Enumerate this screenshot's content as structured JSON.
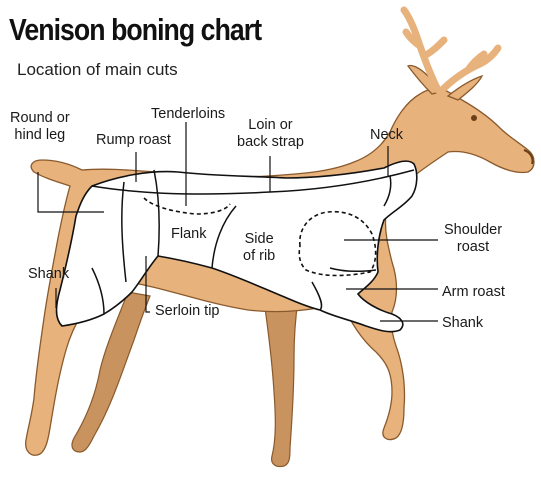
{
  "title": "Venison boning chart",
  "subtitle": "Location of main cuts",
  "colors": {
    "body_fill": "#e7b27c",
    "far_legs_fill": "#c99360",
    "outline": "#8a5a2c",
    "cut_fill": "#ffffff",
    "cut_line": "#111111"
  },
  "labels": {
    "round_hind_leg": "Round or\nhind leg",
    "rump_roast": "Rump roast",
    "tenderloins": "Tenderloins",
    "loin_back_strap": "Loin or\nback strap",
    "neck": "Neck",
    "flank": "Flank",
    "side_of_rib": "Side\nof rib",
    "shoulder_roast": "Shoulder\nroast",
    "shank_hind": "Shank",
    "serloin_tip": "Serloin tip",
    "arm_roast": "Arm roast",
    "shank_fore": "Shank"
  }
}
